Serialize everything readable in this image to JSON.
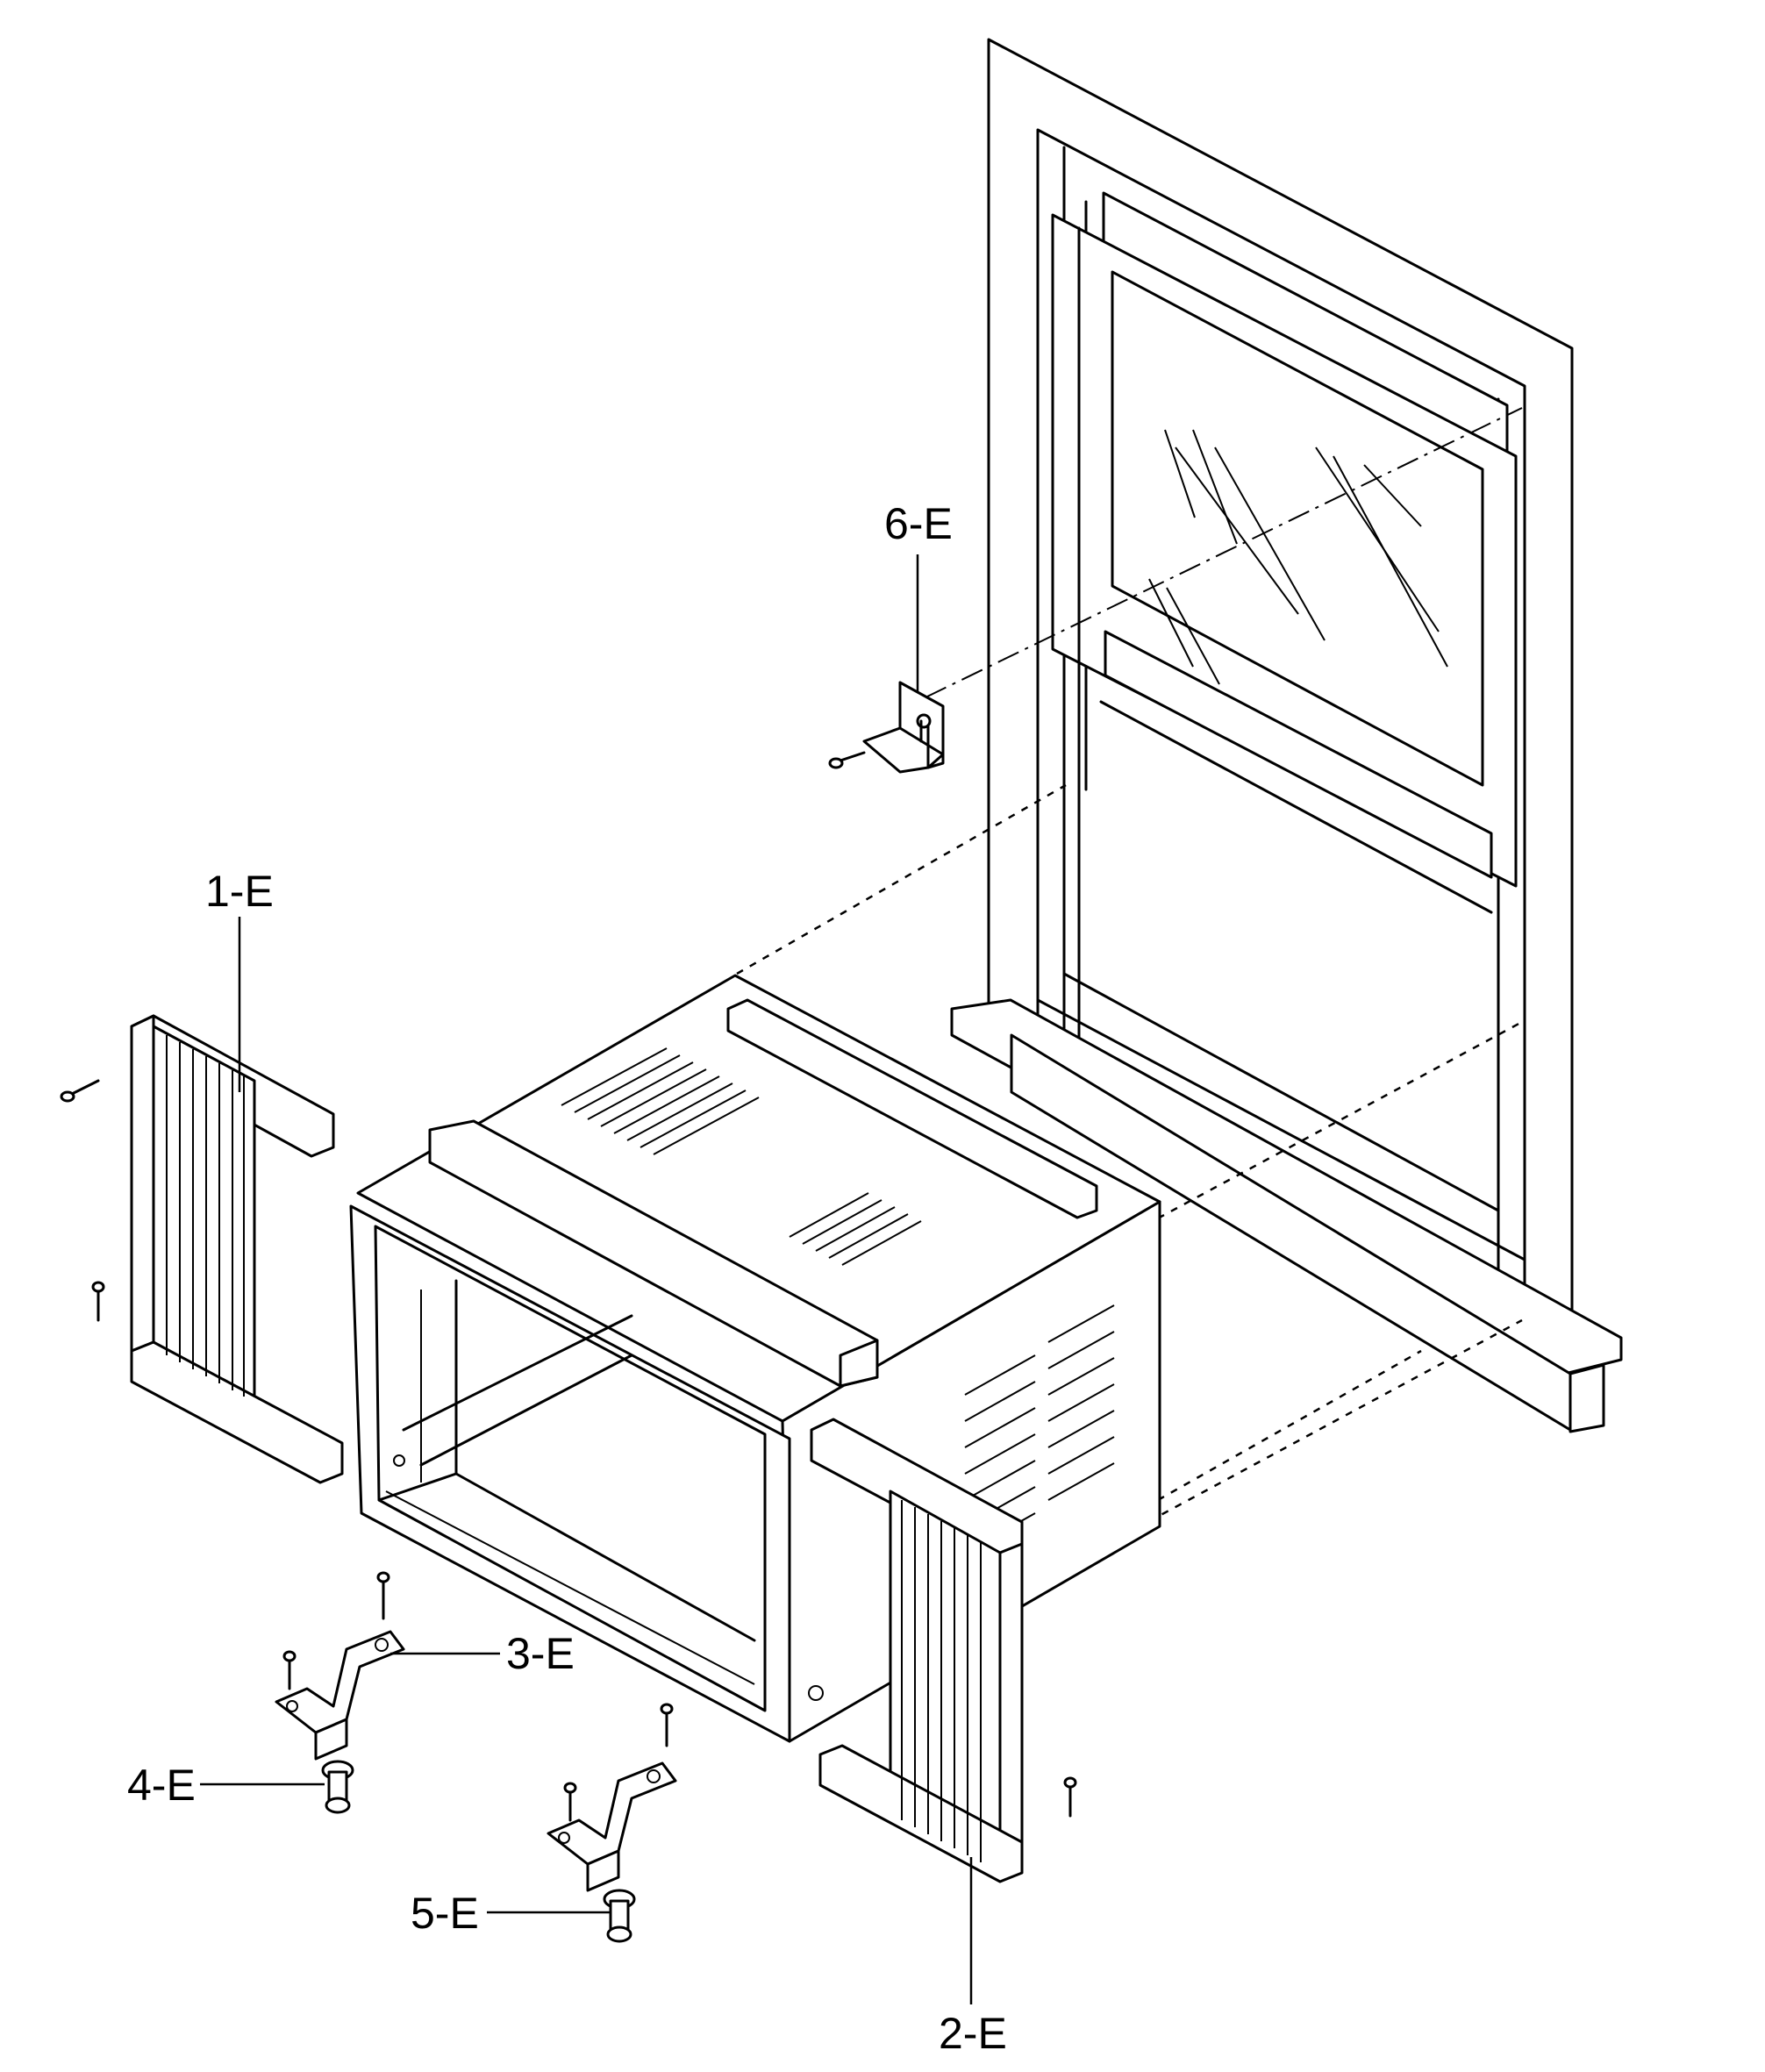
{
  "callouts": {
    "window_bracket": "6-E",
    "left_side_curtain": "1-E",
    "right_side_curtain": "2-E",
    "support_bracket": "3-E",
    "bolt_nut_left": "4-E",
    "bolt_nut_right": "5-E"
  }
}
